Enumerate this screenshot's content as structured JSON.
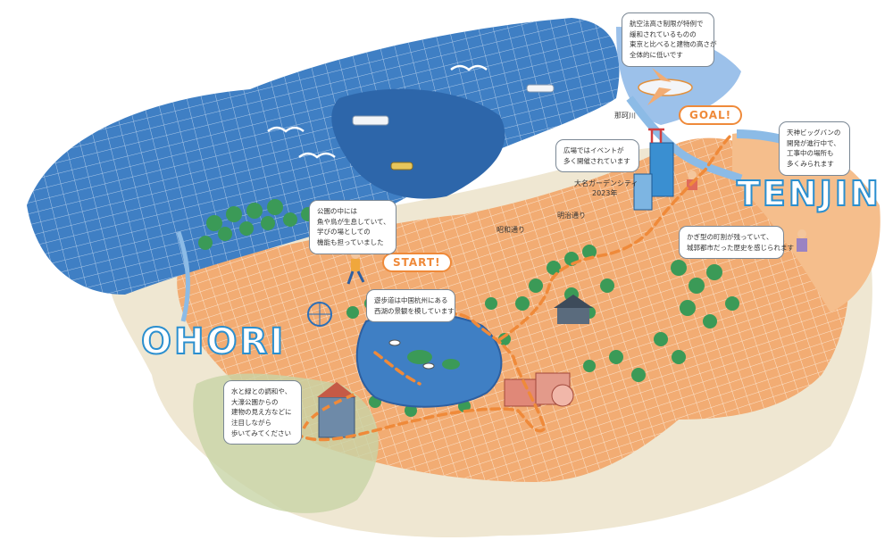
{
  "areas": {
    "ohori": "OHORI",
    "tenjin": "TENJIN"
  },
  "markers": {
    "start": "START!",
    "goal": "GOAL!"
  },
  "place_labels": {
    "nakagawa": "那珂川",
    "meiji_dori": "明治通り",
    "showa_dori": "昭和通り",
    "daimyo_garden_city": "大名ガーデンシティ",
    "year_2023": "2023年"
  },
  "callouts": {
    "airport": [
      "航空法高さ制限が特例で",
      "緩和されているものの",
      "東京と比べると建物の高さが",
      "全体的に低いです"
    ],
    "tenjin_bigbang": [
      "天神ビッグバンの",
      "開発が進行中で、",
      "工事中の場所も",
      "多くみられます"
    ],
    "plaza": [
      "広場ではイベントが",
      "多く開催されています"
    ],
    "park_fish": [
      "公園の中には",
      "魚や鳥が生息していて、",
      "学びの場としての",
      "機能も担っていました"
    ],
    "castle_town": [
      "かぎ型の町割が残っていて、",
      "城郭都市だった歴史を感じられます"
    ],
    "west_lake": [
      "遊歩道は中国杭州にある",
      "西湖の景観を模しています"
    ],
    "ohori_koen": [
      "水と緑との調和や、",
      "大濠公園からの",
      "建物の見え方などに",
      "注目しながら",
      "歩いてみてください"
    ]
  },
  "colors": {
    "sea": "#3f7fc4",
    "sea_light": "#8fb7e4",
    "city_orange": "#f2ac73",
    "city_light": "#f7d2ae",
    "green": "#2f8f4e",
    "route": "#ef8a3a",
    "label_blue": "#2b8fcf",
    "paper": "#efe9d8"
  },
  "icons": [
    "seagull-icon",
    "ship-icon",
    "airplane-icon",
    "tower-icon",
    "castle-icon",
    "torii-icon",
    "runner-icon",
    "swan-boat-icon"
  ]
}
